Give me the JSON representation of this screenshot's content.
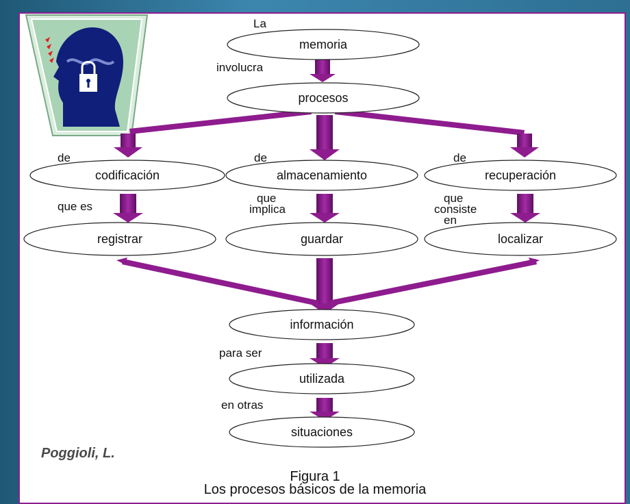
{
  "nodes": {
    "memoria": "memoria",
    "procesos": "procesos",
    "codificacion": "codificación",
    "almacenamiento": "almacenamiento",
    "recuperacion": "recuperación",
    "registrar": "registrar",
    "guardar": "guardar",
    "localizar": "localizar",
    "informacion": "información",
    "utilizada": "utilizada",
    "situaciones": "situaciones"
  },
  "connectors": {
    "la": "La",
    "involucra": "involucra",
    "de_1": "de",
    "de_2": "de",
    "de_3": "de",
    "que_es": "que es",
    "que_implica_1": "que",
    "que_implica_2": "implica",
    "que_consiste_1": "que",
    "que_consiste_2": "consiste",
    "que_consiste_3": "en",
    "para_ser": "para ser",
    "en_otras": "en otras"
  },
  "credit": "Poggioli, L.",
  "caption": {
    "line1": "Figura 1",
    "line2": "Los procesos básicos de la memoria"
  },
  "colors": {
    "arrow": "#8e1c8e",
    "border": "#8b1f8f",
    "logo_bg": "#a9d3b5",
    "logo_head": "#0f1f7a"
  },
  "icons": [
    "head-lock-logo-icon"
  ]
}
